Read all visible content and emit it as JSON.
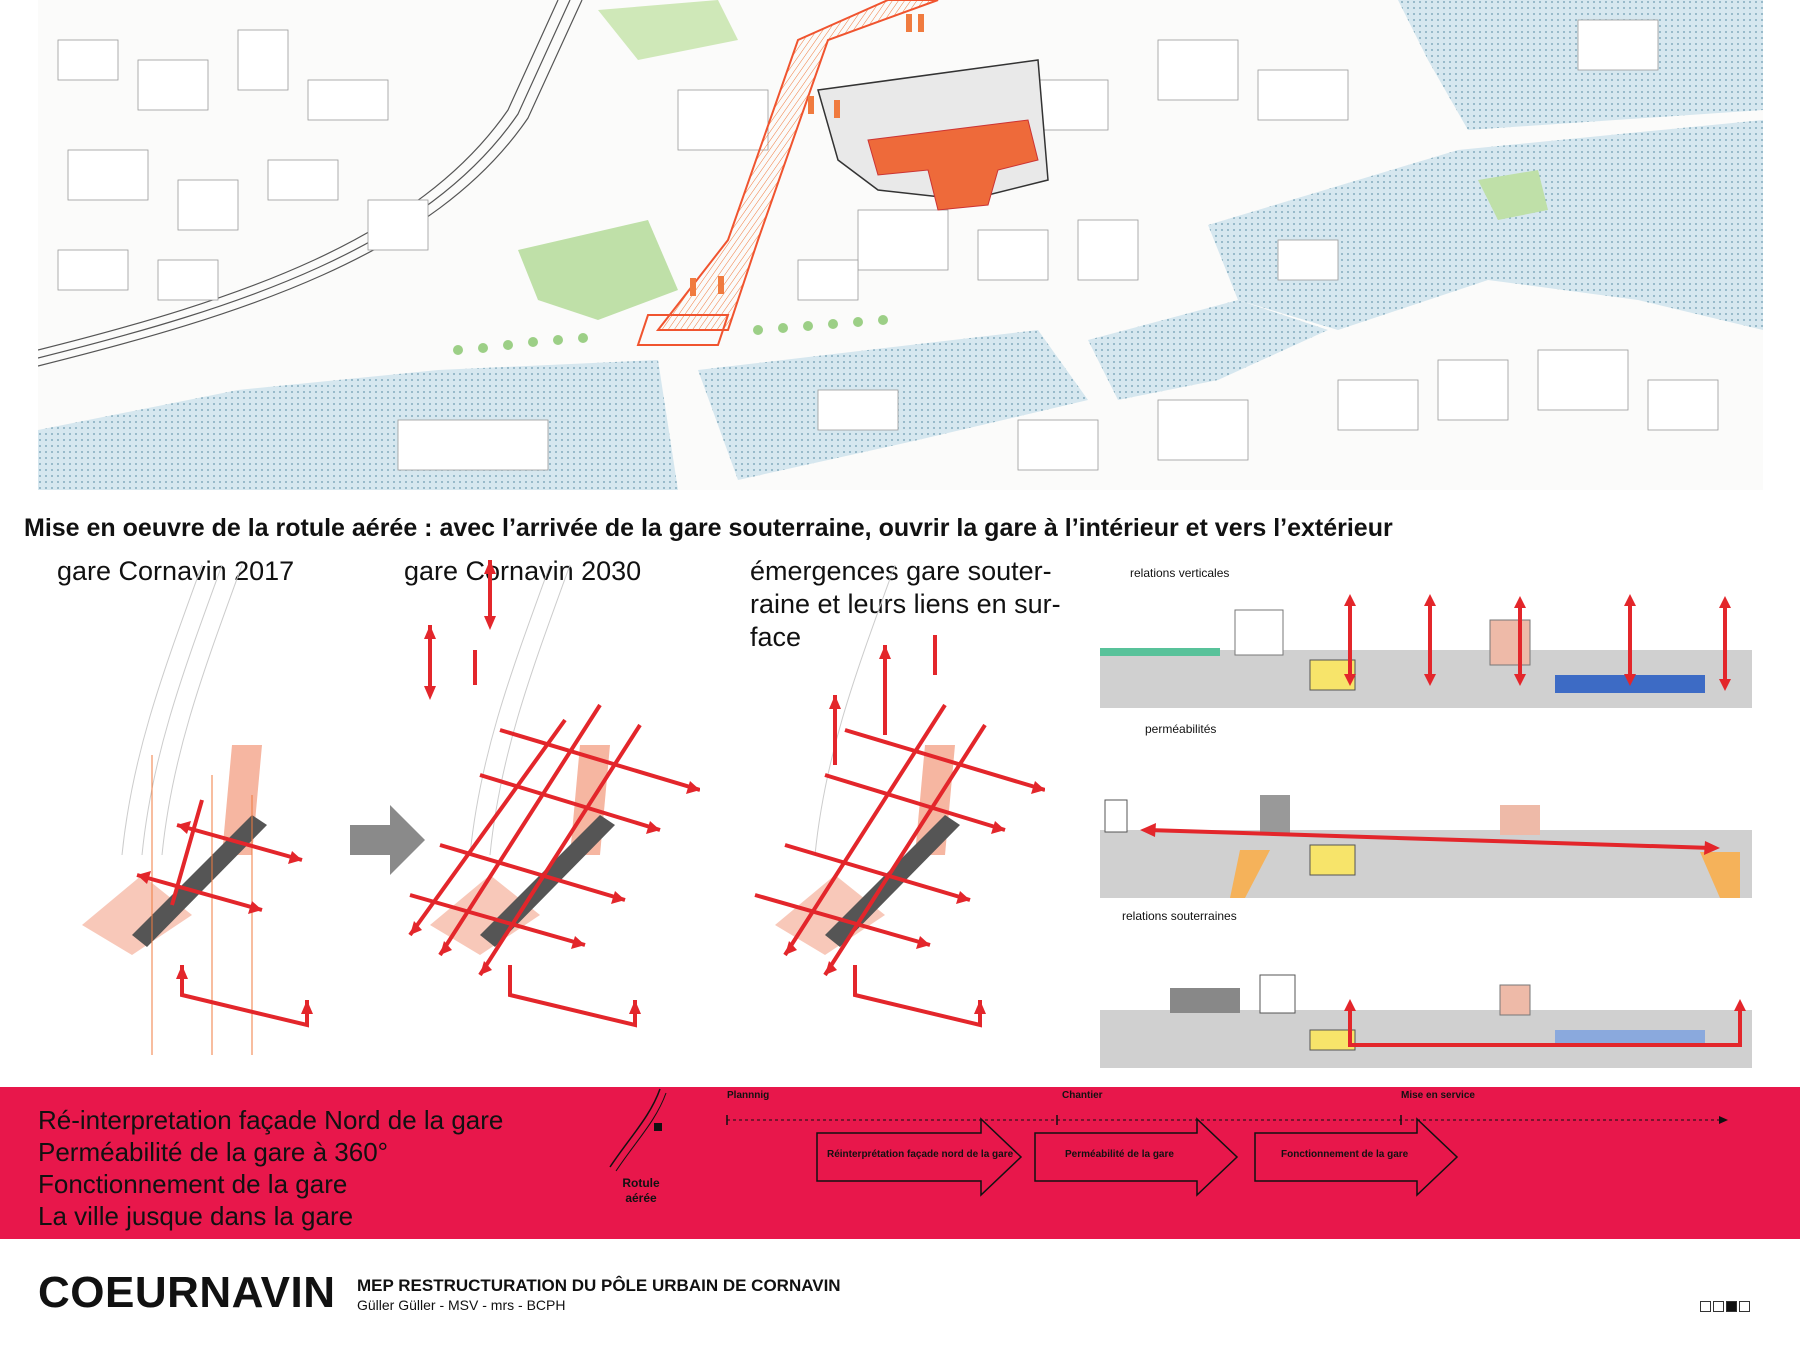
{
  "colors": {
    "accent_red": "#e3262b",
    "banner": "#e8174b",
    "water": "#cfe3ec",
    "park": "#bfe0a8",
    "orange": "#f07b3f"
  },
  "headline": "Mise en oeuvre de la rotule aérée : avec l’arrivée de la gare souterraine, ouvrir la gare à l’intérieur et vers l’extérieur",
  "panels": [
    {
      "title": "gare Cornavin 2017"
    },
    {
      "title": "gare Cornavin 2030"
    },
    {
      "title_lines": [
        "émergences gare souter-",
        "raine et leurs liens en sur-",
        "face"
      ]
    }
  ],
  "transition_icon": "right-arrow-icon",
  "sections": [
    {
      "label": "relations verticales"
    },
    {
      "label": "perméabilités"
    },
    {
      "label": "relations souterraines"
    }
  ],
  "banner": {
    "lines": [
      "Ré-interpretation façade Nord de la gare",
      "Perméabilité de la gare à 360°",
      "Fonctionnement de la gare",
      "La ville jusque dans la gare"
    ],
    "rotule_label": [
      "Rotule",
      "aérée"
    ],
    "timeline": {
      "phases": [
        "Plannnig",
        "Chantier",
        "Mise en service"
      ],
      "steps": [
        "Réinterprétation façade nord de la gare",
        "Perméabilité de la gare",
        "Fonctionnement de la gare"
      ]
    }
  },
  "footer": {
    "brand": "COEURNAVIN",
    "subtitle": "MEP RESTRUCTURATION DU PÔLE URBAIN DE CORNAVIN",
    "credits": "Güller Güller - MSV - mrs - BCPH",
    "pager": {
      "total": 4,
      "current": 3
    }
  }
}
